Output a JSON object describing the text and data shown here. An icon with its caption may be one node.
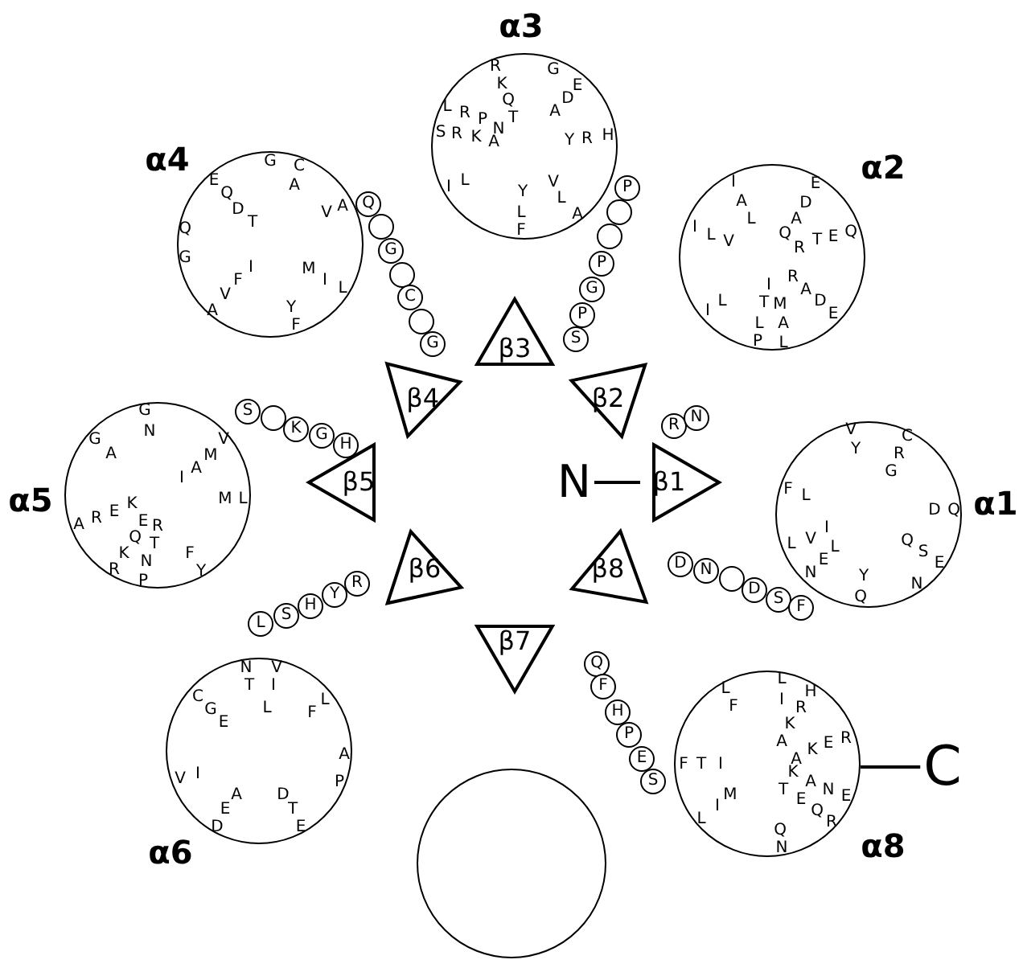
{
  "diagram": {
    "nodes": [
      {
        "text": [
          "α3",
          "R",
          "K",
          "Q",
          "T",
          "L",
          "R",
          "P",
          "N",
          "S",
          "R",
          "K",
          "A",
          "G",
          "E",
          "D",
          "A",
          "Y",
          "R",
          "H",
          "I",
          "L",
          "Y",
          "L",
          "F",
          "V",
          "L",
          "A"
        ]
      },
      {
        "text": [
          "α4",
          "G",
          "C",
          "A",
          "E",
          "Q",
          "D",
          "T",
          "V",
          "A",
          "Q",
          "G",
          "I",
          "F",
          "V",
          "A",
          "M",
          "I",
          "L",
          "Y",
          "F"
        ]
      },
      {
        "text": [
          "α2",
          "I",
          "A",
          "L",
          "E",
          "D",
          "A",
          "I",
          "L",
          "V",
          "Q",
          "R",
          "T",
          "E",
          "Q",
          "R",
          "A",
          "D",
          "E",
          "I",
          "T",
          "M",
          "L",
          "A",
          "P",
          "L",
          "I",
          "L"
        ]
      },
      {
        "text": [
          "Q"
        ]
      },
      {
        "text": [],
        "shape": "circle"
      },
      {
        "text": [
          "G"
        ]
      },
      {
        "text": [],
        "shape": "circle"
      },
      {
        "text": [
          "C"
        ]
      },
      {
        "text": [],
        "shape": "circle"
      },
      {
        "text": [
          "G"
        ]
      },
      {
        "text": [
          "P"
        ]
      },
      {
        "text": [],
        "shape": "circle"
      },
      {
        "text": [],
        "shape": "circle"
      },
      {
        "text": [
          "P"
        ]
      },
      {
        "text": [
          "G"
        ]
      },
      {
        "text": [
          "P"
        ]
      },
      {
        "text": [
          "S"
        ]
      },
      {
        "text": [
          "β3"
        ]
      },
      {
        "text": [
          "β4"
        ]
      },
      {
        "text": [
          "β2"
        ]
      },
      {
        "text": [
          "S"
        ]
      },
      {
        "text": [],
        "shape": "circle"
      },
      {
        "text": [
          "K"
        ]
      },
      {
        "text": [
          "G"
        ]
      },
      {
        "text": [
          "H"
        ]
      },
      {
        "text": [
          "R"
        ]
      },
      {
        "text": [
          "N"
        ]
      },
      {
        "text": [
          "α5",
          "G",
          "N",
          "G",
          "A",
          "V",
          "M",
          "A",
          "I",
          "M",
          "L",
          "A",
          "R",
          "E",
          "K",
          "E",
          "R",
          "Q",
          "T",
          "K",
          "N",
          "R",
          "P",
          "F",
          "Y"
        ]
      },
      {
        "text": [
          "β5"
        ]
      },
      {
        "text": [
          "N"
        ]
      },
      {
        "text": [
          "β1"
        ]
      },
      {
        "text": [
          "α1",
          "V",
          "Y",
          "C",
          "R",
          "G",
          "F",
          "L",
          "D",
          "Q",
          "I",
          "V",
          "L",
          "L",
          "E",
          "N",
          "Q",
          "S",
          "E",
          "N",
          "Y",
          "Q"
        ]
      },
      {
        "text": [
          "D"
        ]
      },
      {
        "text": [
          "N"
        ]
      },
      {
        "text": [],
        "shape": "circle"
      },
      {
        "text": [
          "D"
        ]
      },
      {
        "text": [
          "S"
        ]
      },
      {
        "text": [
          "F"
        ]
      },
      {
        "text": [
          "L"
        ]
      },
      {
        "text": [
          "S"
        ]
      },
      {
        "text": [
          "H"
        ]
      },
      {
        "text": [
          "Y"
        ]
      },
      {
        "text": [
          "R"
        ]
      },
      {
        "text": [
          "β6"
        ]
      },
      {
        "text": [
          "β8"
        ]
      },
      {
        "text": [
          "β7"
        ]
      },
      {
        "text": [
          "Q"
        ]
      },
      {
        "text": [
          "F"
        ]
      },
      {
        "text": [
          "H"
        ]
      },
      {
        "text": [
          "P"
        ]
      },
      {
        "text": [
          "E"
        ]
      },
      {
        "text": [
          "S"
        ]
      },
      {
        "text": [
          "α6",
          "N",
          "V",
          "T",
          "I",
          "L",
          "C",
          "G",
          "E",
          "F",
          "L",
          "A",
          "P",
          "V",
          "I",
          "A",
          "E",
          "D",
          "D",
          "T",
          "E"
        ]
      },
      {
        "text": [],
        "shape": "circle"
      },
      {
        "text": [
          "α8",
          "L",
          "F",
          "L",
          "H",
          "I",
          "R",
          "K",
          "A",
          "A",
          "K",
          "E",
          "R",
          "K",
          "T",
          "A",
          "N",
          "E",
          "E",
          "Q",
          "R",
          "F",
          "T",
          "I",
          "M",
          "I",
          "L",
          "Q",
          "N"
        ]
      },
      {
        "text": [
          "C"
        ]
      }
    ],
    "edges": [
      {
        "from": 29,
        "to": 30,
        "arrow": "none"
      },
      {
        "from": 55,
        "to": 54,
        "arrow": "none"
      }
    ]
  }
}
